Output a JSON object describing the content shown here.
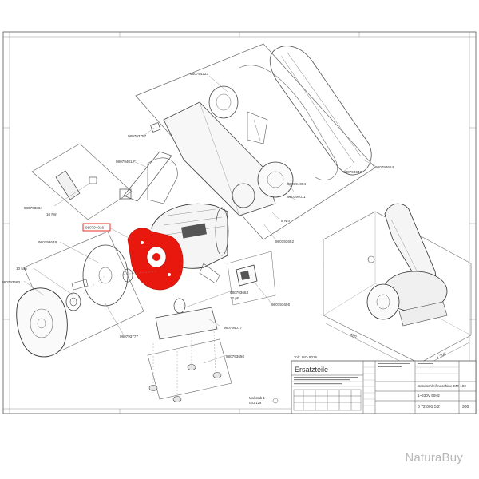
{
  "parts": {
    "p_980794223": "980794223",
    "p_980793757": "980793757",
    "p_980794012": "980794012\"",
    "p_980793647": "980793647",
    "p_980793654": "980793654",
    "p_980794004": "980794004",
    "p_980794011": "980794011",
    "p_980793884": "980793884",
    "p_980794016": "980794016",
    "p_980793648": "980793648",
    "p_980793650": "980793650",
    "p_980793652": "980793652",
    "p_980793653": "980793653",
    "p_980793656": "980793656",
    "p_980794017": "980794017",
    "p_980793777": "980793777",
    "p_980793660": "980793660",
    "torque_10nm_a": "10 Nm",
    "torque_10nm_b": "10 Nm",
    "torque_5nm": "5 Nm",
    "cap_12uf": "12 µF"
  },
  "dims": {
    "depth": "420",
    "width": "1,200"
  },
  "title_block": {
    "tolerance": "Tol.: ISO 8015",
    "heading": "Ersatzteile",
    "product": "Bandschleifmaschine SM-100",
    "power": "1~230V 50Hz",
    "drawing_no": "8 72 001 5 2",
    "sheet_ref": "980",
    "scale_note": "Maßstab 1",
    "scale_value": "ISO 128"
  },
  "watermark": "NaturaBuy",
  "colors": {
    "highlight": "#e8180f",
    "line": "#555555",
    "label_box": "#e8180f"
  }
}
